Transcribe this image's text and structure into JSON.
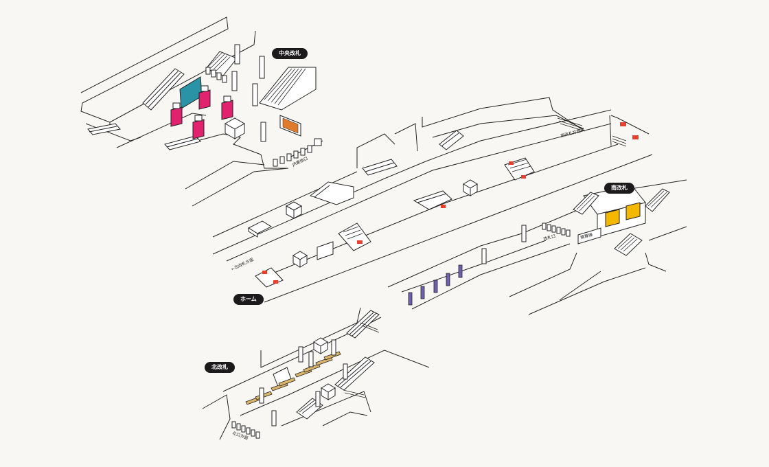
{
  "labels": {
    "central_gate": "中央改札",
    "south_gate": "南改札",
    "north_gate": "北改札",
    "platform": "ホーム"
  },
  "small_labels": {
    "jr_transfer": "JR乗換口",
    "to_south_gate": "南改札方面→",
    "to_north_gate": "←北改札方面",
    "exit_label": "改札口",
    "fare_adjust": "精算機",
    "north_exit": "北口方面"
  },
  "colors": {
    "background": "#f8f7f3",
    "magenta": "#e0226f",
    "teal": "#2a93a6",
    "yellow": "#f5b800",
    "purple": "#7060b0",
    "red": "#e8402e",
    "orange": "#e07b2c",
    "tan": "#d9b46a",
    "tag_bg": "#1c1a1a"
  }
}
